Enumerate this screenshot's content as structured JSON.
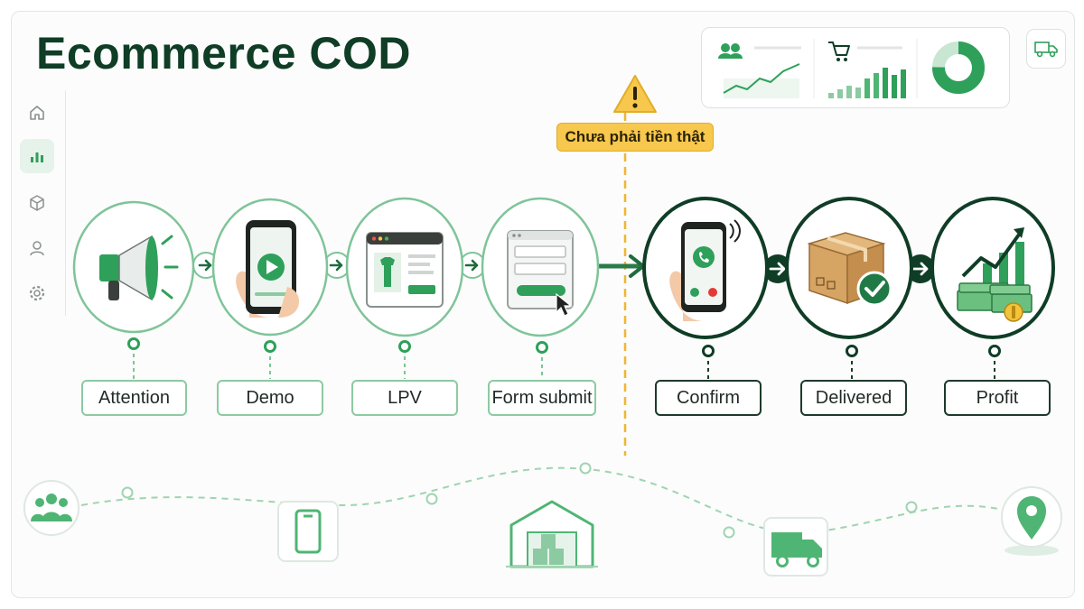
{
  "title": "Ecommerce COD",
  "warning": {
    "text": "Chưa phải tiền thật"
  },
  "stages": [
    {
      "label": "Attention",
      "icon": "megaphone-icon"
    },
    {
      "label": "Demo",
      "icon": "phone-video-icon"
    },
    {
      "label": "LPV",
      "icon": "landing-page-icon"
    },
    {
      "label": "Form submit",
      "icon": "form-submit-icon"
    },
    {
      "label": "Confirm",
      "icon": "phone-call-icon"
    },
    {
      "label": "Delivered",
      "icon": "package-check-icon"
    },
    {
      "label": "Profit",
      "icon": "money-growth-icon"
    }
  ],
  "sidebar_icons": [
    "home-icon",
    "bar-chart-icon",
    "box-icon",
    "user-icon",
    "gear-icon"
  ],
  "dashboard_icons": [
    "users-icon",
    "cart-icon",
    "donut-chart-icon"
  ],
  "bottom_icons": [
    "people-icon",
    "smartphone-icon",
    "warehouse-icon",
    "delivery-truck-icon",
    "location-pin-icon"
  ],
  "colors": {
    "brand_dark": "#0f3d26",
    "green": "#2ea05a",
    "light_green": "#8ccaa2",
    "warning": "#f7c84d"
  }
}
